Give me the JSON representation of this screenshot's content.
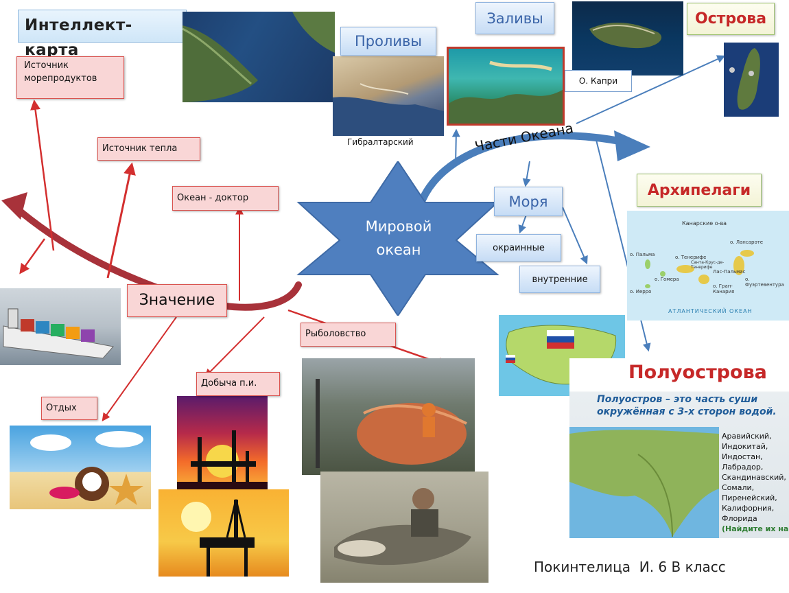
{
  "title": "Интеллект-карта",
  "center": {
    "line1": "Мировой",
    "line2": "океан"
  },
  "parts_label": "Части Океана",
  "znachenie": "Значение",
  "uses": {
    "seafood": "Источник морепродуктов",
    "heat": "Источник тепла",
    "doctor": "Океан - доктор",
    "fishing": "Рыболовство",
    "mining": "Добыча п.и.",
    "rest": "Отдых"
  },
  "parts": {
    "straits": "Проливы",
    "bays": "Заливы",
    "islands": "Острова",
    "seas": "Моря",
    "marginal": "окраинные",
    "inland": "внутренние",
    "archipelagos": "Архипелаги",
    "peninsulas": "Полуострова"
  },
  "captions": {
    "gibraltar": "Гибралтарский",
    "capri": "О. Капри"
  },
  "canary_map": {
    "title": "Канарские о-ва",
    "ocean": "АТЛАНТИЧЕСКИЙ ОКЕАН",
    "labels": [
      "о. Лансароте",
      "о. Тенерифе",
      "о. Гомера",
      "о. Пальма",
      "Санта-Крус-де-Тенерифе",
      "Лас-Пальмас",
      "о. Фуэртевентура",
      "о. Гран-Канария",
      "о. Иерро"
    ]
  },
  "peninsula_card": {
    "definition_bold": "Полуостров",
    "definition_rest": " – это часть суши окружённая с 3-х сторон водой.",
    "list": [
      "Аравийский,",
      "Индокитай,",
      "Индостан,",
      "Лабрадор,",
      "Скандинавский,",
      "Сомали,",
      "Пиренейский,",
      "Калифорния,",
      "Флорида"
    ],
    "hint": "(Найдите их на"
  },
  "author": "Покинтелица  И. 6 В класс",
  "colors": {
    "red_arrow": "#d32f2f",
    "blue_arrow": "#4a7ebb",
    "star": "#4a7ebb",
    "red_box": "#f9d6d6",
    "green_title": "#c62828"
  }
}
